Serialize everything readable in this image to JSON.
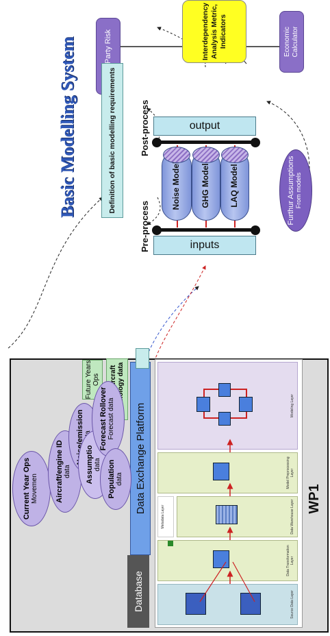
{
  "title": "Basic Modelling System",
  "risk_box": "Third Party Risk",
  "interdependency_box": "Interdependency Analysis Metric, Indicators",
  "economic_box": "Economic Calculator",
  "definition_box": "Definition of basic modelling requirements",
  "post_process_label": "Post-process",
  "pre_process_label": "Pre-process",
  "output_bar": "output",
  "input_bar": "inputs",
  "models": [
    "Noise Model",
    "GHG Model",
    "LAQ Model"
  ],
  "assumptions": {
    "title": "Furthur Assumptions",
    "sub": "From models"
  },
  "wp_label": "WP1",
  "future_ops": "Future Years Ops",
  "aircraft_tech": "WP 2.3 Aircraft Technology data",
  "data_exchange": "Data Exchange Platform",
  "database": "Database",
  "ellipses": [
    {
      "title": "Current Year Ops",
      "sub": "Movemen"
    },
    {
      "title": "Aircraft/engine ID",
      "sub": "data"
    },
    {
      "title": "Noise/emission",
      "sub": "data"
    },
    {
      "title": "Assumptio",
      "sub": "data"
    },
    {
      "title": "Forecast Rollover",
      "sub": "Forecast data"
    },
    {
      "title": "Population",
      "sub": "data"
    }
  ],
  "arch_layers": {
    "metadata": "Metadata Layer",
    "source": "Source Data Layer",
    "transformation": "Data Transformation Layer",
    "warehouse": "Data Warehouse Layer",
    "preprocessing": "Model Preprocessing Layer",
    "modeling": "Modeling Layer"
  },
  "colors": {
    "title": "#2f58b8",
    "purple_box": "#8a6fc7",
    "yellow_box": "#ffff22",
    "teal_box": "#c8ecec",
    "green_box": "#bfe8bf",
    "bar": "#bfe6f0",
    "cylinder": "#9aaee6",
    "wp_panel": "#dcdcdc"
  }
}
